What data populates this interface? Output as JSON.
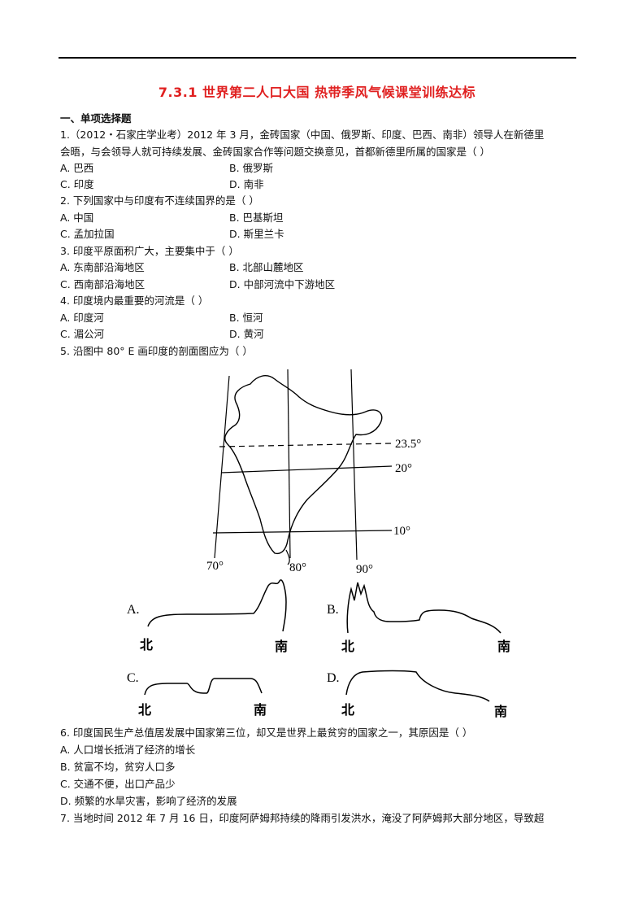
{
  "title": "7.3.1 世界第二人口大国 热带季风气候课堂训练达标",
  "section": "一、单项选择题",
  "q1": {
    "stem_line1": "1.（2012・石家庄学业考）2012 年 3 月，金砖国家（中国、俄罗斯、印度、巴西、南非）领导人在新德里",
    "stem_line2": "会晤，与会领导人就可持续发展、金砖国家合作等问题交换意见，首都新德里所属的国家是（     ）",
    "a": "A. 巴西",
    "b": "B. 俄罗斯",
    "c": "C. 印度",
    "d": "D. 南非"
  },
  "q2": {
    "stem": "2. 下列国家中与印度有不连续国界的是（     ）",
    "a": "A. 中国",
    "b": "B. 巴基斯坦",
    "c": "C. 孟加拉国",
    "d": "D. 斯里兰卡"
  },
  "q3": {
    "stem": "3. 印度平原面积广大，主要集中于（     ）",
    "a": "A. 东南部沿海地区",
    "b": "B. 北部山麓地区",
    "c": "C. 西南部沿海地区",
    "d": "D. 中部河流中下游地区"
  },
  "q4": {
    "stem": "4. 印度境内最重要的河流是（     ）",
    "a": "A. 印度河",
    "b": "B. 恒河",
    "c": "C. 湄公河",
    "d": "D. 黄河"
  },
  "q5": {
    "stem": "5. 沿图中 80° E 画印度的剖面图应为（     ）"
  },
  "map": {
    "lat_23": "23.5°",
    "lat_20": "20°",
    "lat_10": "10°",
    "lon_70": "70°",
    "lon_80": "80°",
    "lon_90": "90°"
  },
  "profiles": {
    "a_letter": "A.",
    "b_letter": "B.",
    "c_letter": "C.",
    "d_letter": "D.",
    "north": "北",
    "south": "南"
  },
  "q6": {
    "stem": "6. 印度国民生产总值居发展中国家第三位，却又是世界上最贫穷的国家之一，其原因是（     ）",
    "a": "A. 人口增长抵消了经济的增长",
    "b": "B. 贫富不均，贫穷人口多",
    "c": "C. 交通不便，出口产品少",
    "d": "D. 频繁的水旱灾害，影响了经济的发展"
  },
  "q7": {
    "stem": "7. 当地时间 2012 年 7 月 16 日，印度阿萨姆邦持续的降雨引发洪水，淹没了阿萨姆邦大部分地区，导致超"
  }
}
